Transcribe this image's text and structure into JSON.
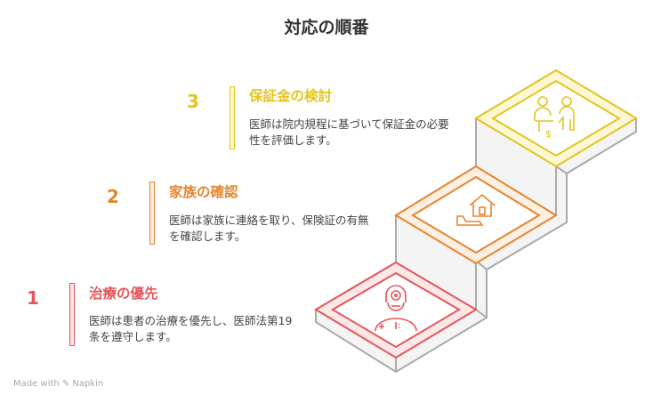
{
  "title": "対応の順番",
  "colors": {
    "step1": "#e5565a",
    "step2": "#e6852f",
    "step3": "#e3c51b"
  },
  "steps": [
    {
      "number": "1",
      "heading": "治療の優先",
      "body": "医師は患者の治療を優先し、医師法第19条を遵守します。",
      "icon": "doctor-icon"
    },
    {
      "number": "2",
      "heading": "家族の確認",
      "body": "医師は家族に連絡を取り、保険証の有無を確認します。",
      "icon": "home-care-icon"
    },
    {
      "number": "3",
      "heading": "保証金の検討",
      "body": "医師は院内規程に基づいて保証金の必要性を評価します。",
      "icon": "payment-people-icon"
    }
  ],
  "footer": "Made with ✎ Napkin"
}
